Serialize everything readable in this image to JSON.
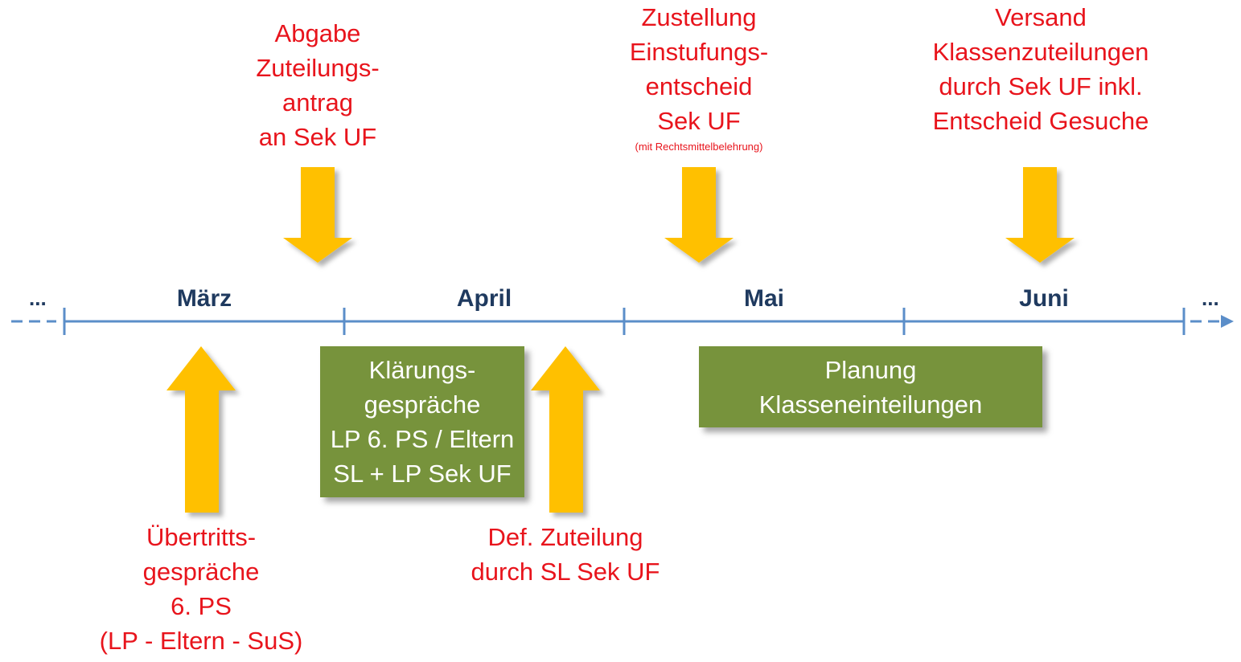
{
  "timeline": {
    "months": [
      "März",
      "April",
      "Mai",
      "Juni"
    ],
    "ellipsis_left": "...",
    "ellipsis_right": "..."
  },
  "top_events": [
    {
      "lines": [
        "Abgabe",
        "Zuteilungs-",
        "antrag",
        "an Sek UF"
      ]
    },
    {
      "lines": [
        "Zustellung",
        "Einstufungs-",
        "entscheid",
        "Sek UF"
      ],
      "note": "(mit Rechtsmittelbelehrung)"
    },
    {
      "lines": [
        "Versand",
        "Klassenzuteilungen",
        "durch Sek UF inkl.",
        "Entscheid Gesuche"
      ]
    }
  ],
  "bottom_events": [
    {
      "lines": [
        "Übertritts-",
        "gespräche",
        "6. PS",
        "(LP - Eltern - SuS)"
      ]
    },
    {
      "lines": [
        "Def. Zuteilung",
        "durch SL Sek UF"
      ]
    }
  ],
  "boxes": [
    {
      "lines": [
        "Klärungs-",
        "gespräche",
        "LP 6. PS / Eltern",
        "SL + LP Sek UF"
      ]
    },
    {
      "lines": [
        "Planung",
        "Klasseneinteilungen"
      ]
    }
  ],
  "colors": {
    "event_text": "#e8141c",
    "month_text": "#1f3a5f",
    "timeline": "#5b8ec9",
    "arrow": "#ffc000",
    "box_fill": "#77933c",
    "box_text": "#ffffff"
  }
}
